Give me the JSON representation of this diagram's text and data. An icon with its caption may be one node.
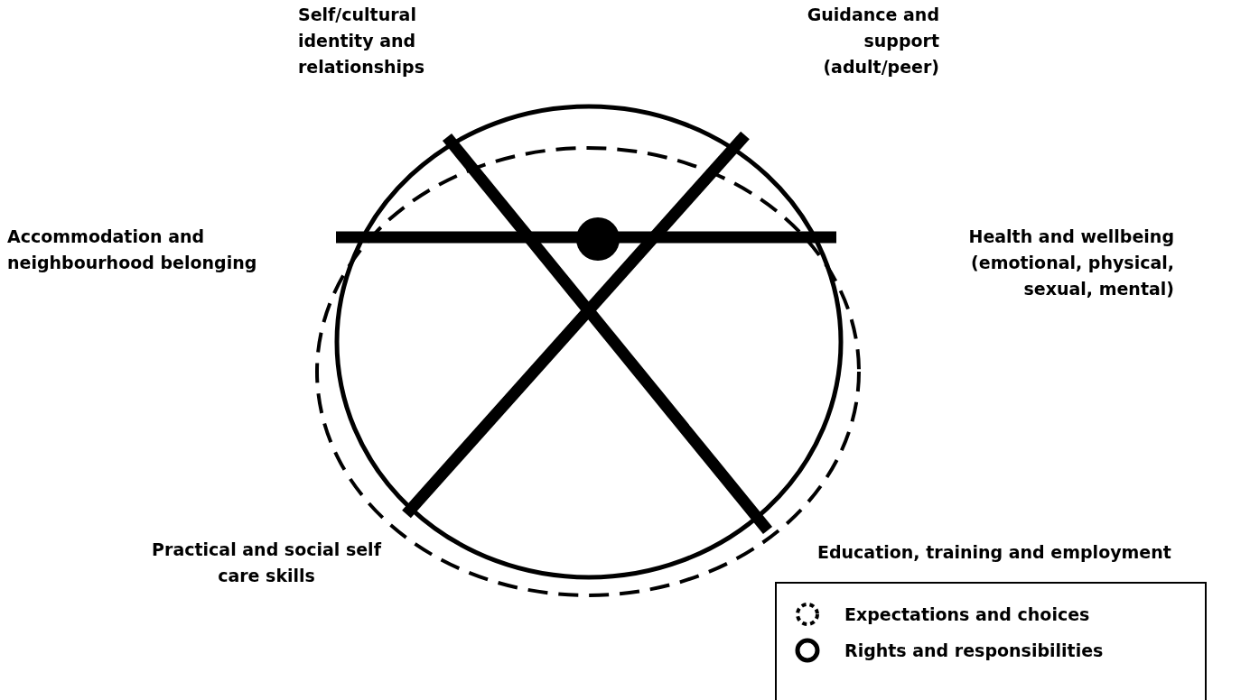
{
  "diagram": {
    "labels": [
      "Self/cultural identity and relationships",
      "Guidance and support (adult/peer)",
      "Accommodation and neighbourhood belonging",
      "Health and wellbeing (emotional, physical, sexual, mental)",
      "Practical and social self care skills",
      "Education, training and employment"
    ],
    "legend": [
      {
        "text": "Expectations and choices"
      },
      {
        "text": "Rights and responsibilities"
      }
    ]
  }
}
